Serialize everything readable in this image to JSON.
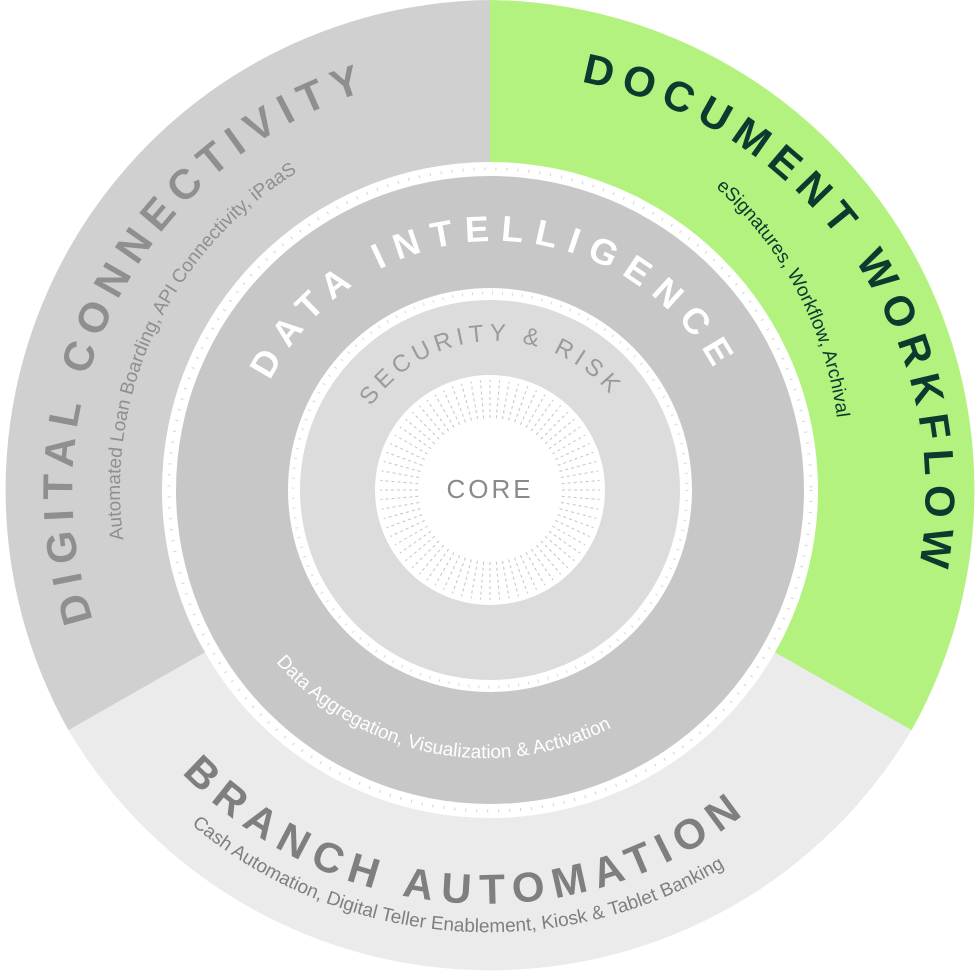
{
  "diagram": {
    "segments": {
      "digital_connectivity": {
        "title": "DIGITAL CONNECTIVITY",
        "subtitle": "Automated Loan Boarding, API Connectivity, iPaaS",
        "color": "#d0d0d0",
        "text_color": "#8f8f8f",
        "subtitle_color": "#8f8f8f"
      },
      "document_workflow": {
        "title": "DOCUMENT WORKFLOW",
        "subtitle": "eSignatures, Workflow, Archival",
        "color": "#b3f27e",
        "text_color": "#0d3a2f",
        "subtitle_color": "#0d3a2f"
      },
      "branch_automation": {
        "title": "BRANCH AUTOMATION",
        "subtitle": "Cash Automation, Digital Teller Enablement, Kiosk & Tablet Banking",
        "color": "#ebebeb",
        "text_color": "#7f7f7f",
        "subtitle_color": "#7f7f7f"
      }
    },
    "rings": {
      "data_intelligence": {
        "title": "DATA INTELLIGENCE",
        "subtitle": "Data Aggregation, Visualization & Activation",
        "color": "#c7c7c7",
        "text_color": "#ffffff"
      },
      "security_risk": {
        "title": "SECURITY & RISK",
        "color": "#dcdcdc",
        "text_color": "#9b9b9b"
      },
      "core": {
        "title": "CORE",
        "color": "#ffffff",
        "text_color": "#8a8a8a"
      }
    }
  }
}
